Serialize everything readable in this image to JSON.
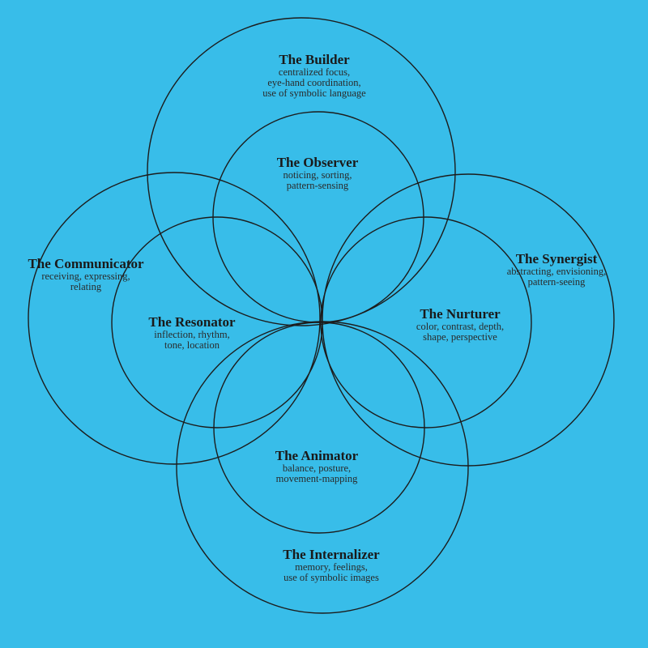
{
  "background_color": "#38bde9",
  "line_color": "#1c1c1c",
  "nodes": [
    {
      "id": "builder",
      "name": "The Builder",
      "lines": [
        "centralized focus,",
        "eye-hand coordination,",
        "use of symbolic language"
      ]
    },
    {
      "id": "observer",
      "name": "The Observer",
      "lines": [
        "noticing, sorting,",
        "pattern-sensing"
      ]
    },
    {
      "id": "communicator",
      "name": "The Communicator",
      "lines": [
        "receiving, expressing,",
        "relating"
      ]
    },
    {
      "id": "synergist",
      "name": "The Synergist",
      "lines": [
        "abstracting, envisioning,",
        "pattern-seeing"
      ]
    },
    {
      "id": "resonator",
      "name": "The Resonator",
      "lines": [
        "inflection, rhythm,",
        "tone, location"
      ]
    },
    {
      "id": "nurturer",
      "name": "The Nurturer",
      "lines": [
        "color, contrast, depth,",
        "shape, perspective"
      ]
    },
    {
      "id": "animator",
      "name": "The Animator",
      "lines": [
        "balance, posture,",
        "movement-mapping"
      ]
    },
    {
      "id": "internalizer",
      "name": "The Internalizer",
      "lines": [
        "memory, feelings,",
        "use of symbolic images"
      ]
    }
  ]
}
